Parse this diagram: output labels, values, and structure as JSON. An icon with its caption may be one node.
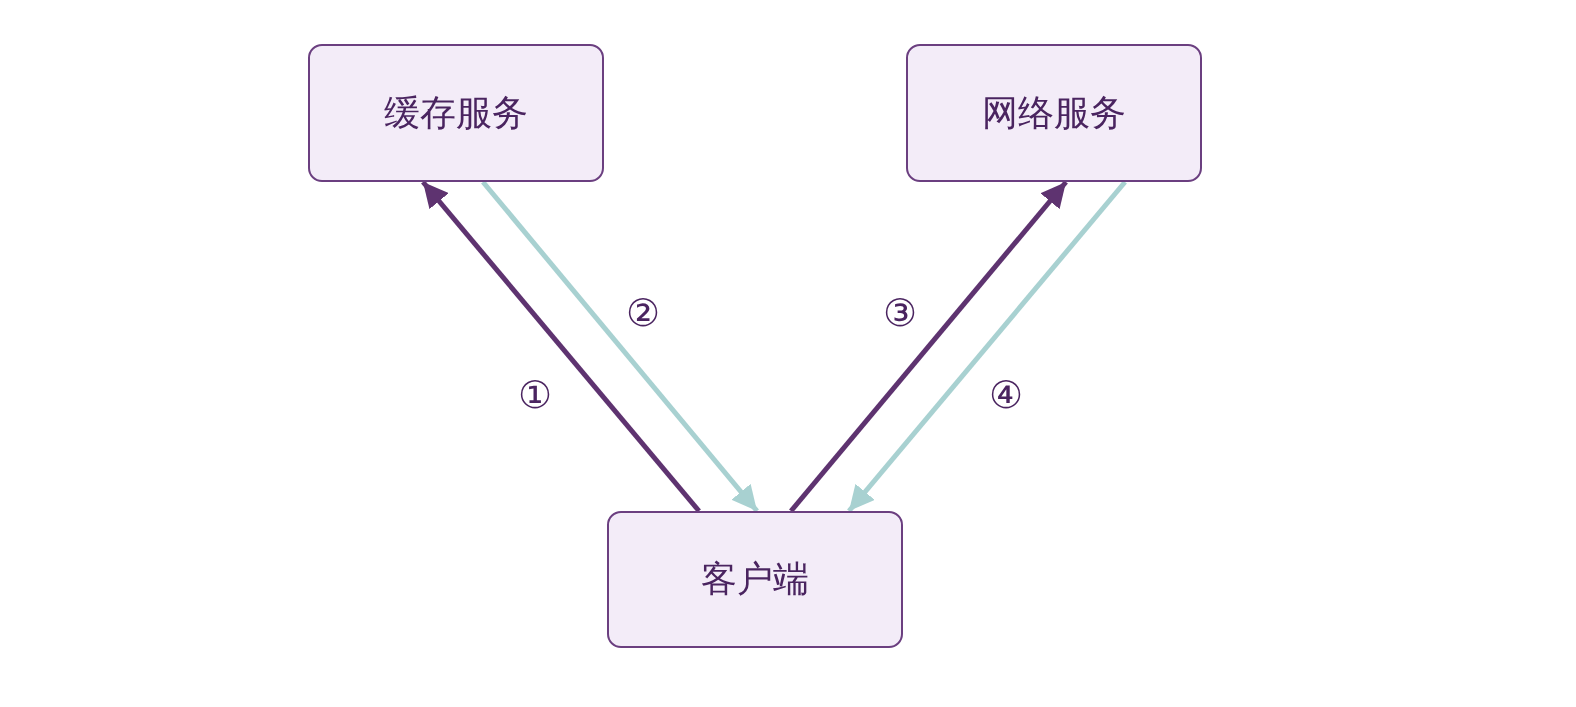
{
  "diagram": {
    "nodes": [
      {
        "text": [
          "缓存服务"
        ]
      },
      {
        "text": [
          "网络服务"
        ]
      },
      {
        "text": [
          "客户端"
        ]
      }
    ],
    "edges": [
      {
        "from": 2,
        "to": 0,
        "arrow": "to",
        "label": "①",
        "color": "#5e3370"
      },
      {
        "from": 0,
        "to": 2,
        "arrow": "to",
        "label": "②",
        "color": "#a8d1d1"
      },
      {
        "from": 2,
        "to": 1,
        "arrow": "to",
        "label": "③",
        "color": "#5e3370"
      },
      {
        "from": 1,
        "to": 2,
        "arrow": "to",
        "label": "④",
        "color": "#a8d1d1"
      }
    ]
  }
}
